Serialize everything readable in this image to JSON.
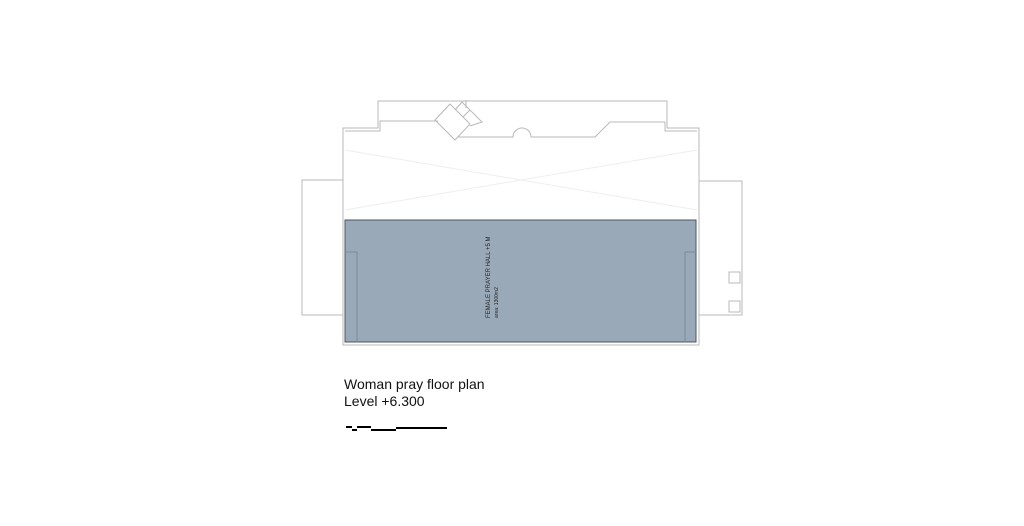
{
  "plan": {
    "room_label": "FEMALE PRAYER HALL +5 M",
    "room_area": "area: 1300m2",
    "fill_color": "#9aa9b8",
    "outline_color": "#b5b5b5"
  },
  "caption": {
    "title": "Woman pray floor plan",
    "level": "Level +6.300"
  }
}
